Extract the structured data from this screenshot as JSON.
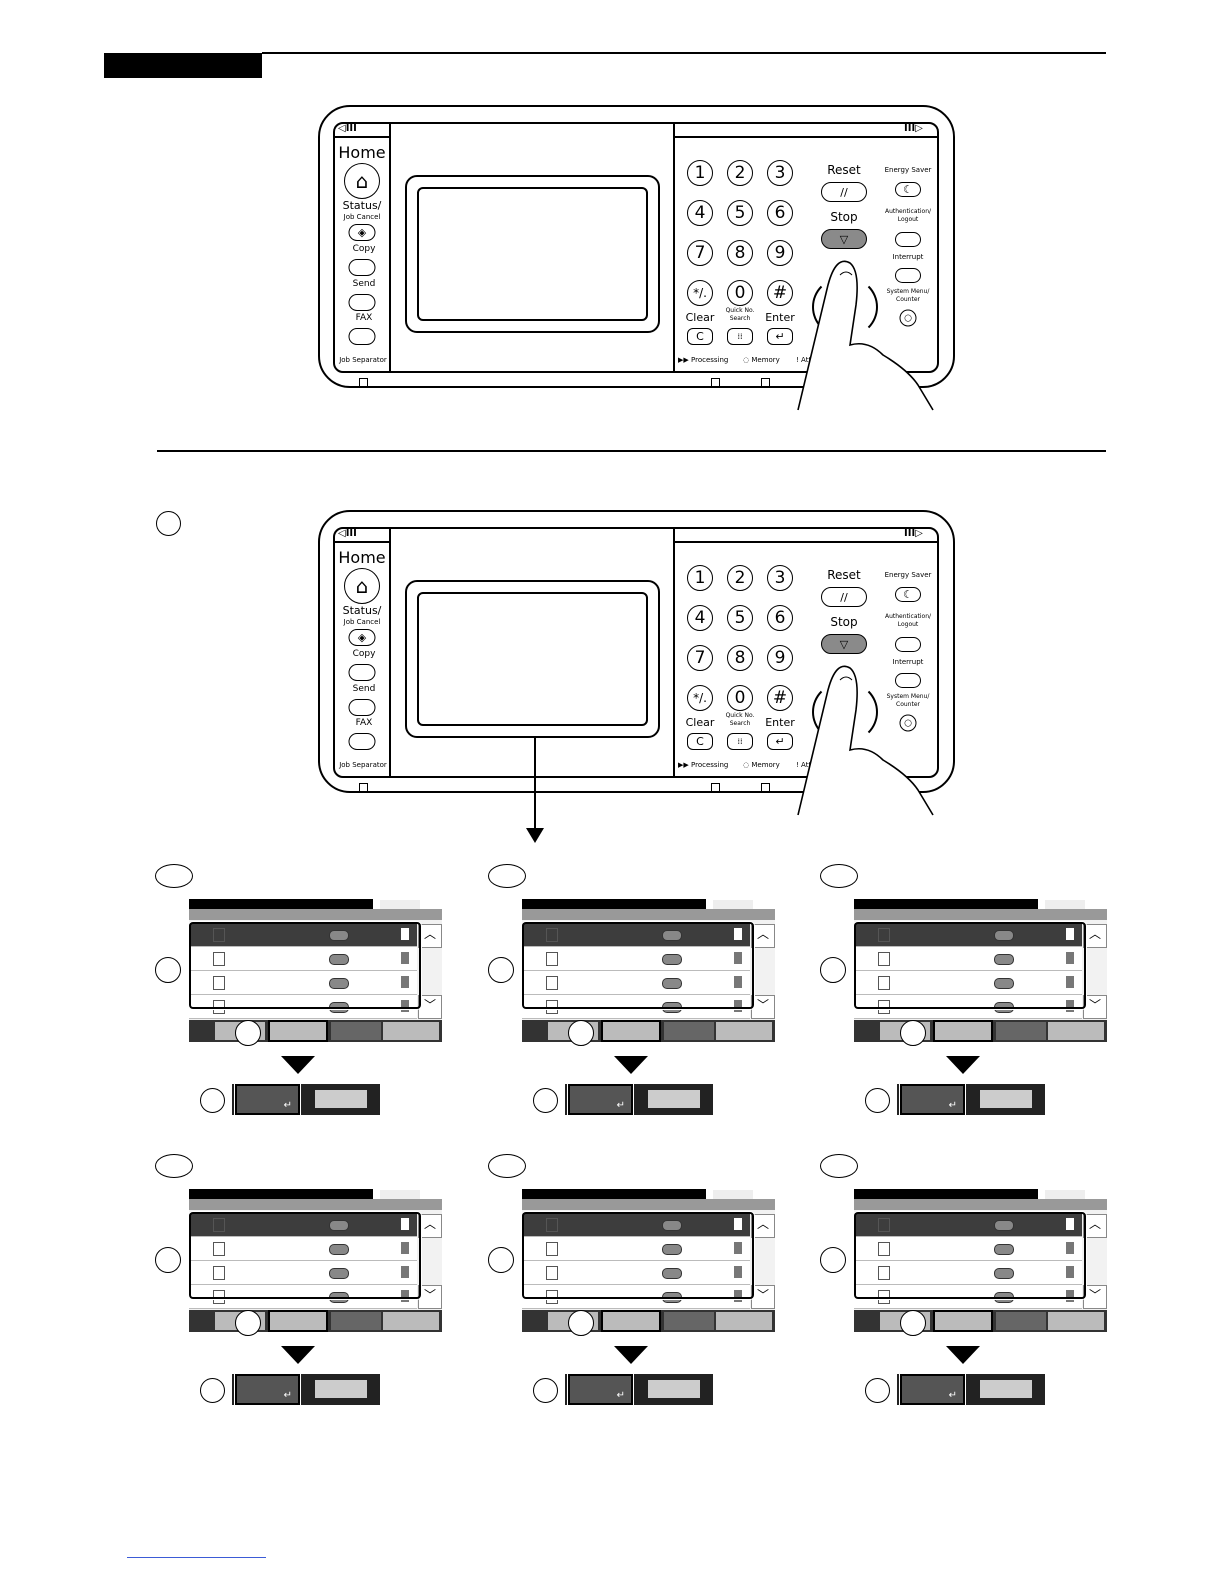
{
  "panel": {
    "home": "Home",
    "status": "Status/",
    "job_cancel": "Job Cancel",
    "copy": "Copy",
    "send": "Send",
    "fax": "FAX",
    "job_separator": "Job Separator",
    "keys": [
      "1",
      "2",
      "3",
      "4",
      "5",
      "6",
      "7",
      "8",
      "9",
      "*/.",
      "0",
      "#"
    ],
    "clear": "Clear",
    "quick_no": "Quick No.",
    "search": "Search",
    "enter": "Enter",
    "reset": "Reset",
    "stop": "Stop",
    "energy_saver": "Energy Saver",
    "authentication": "Authentication/",
    "logout": "Logout",
    "interrupt": "Interrupt",
    "system_menu": "System Menu/",
    "counter": "Counter",
    "processing": "Processing",
    "memory": "Memory",
    "attention": "Att"
  },
  "icons": {
    "home": "⌂",
    "status": "◈",
    "clear": "C",
    "quick_search": "⁞⁞",
    "enter": "↵",
    "reset": "//",
    "stop": "▽",
    "energy_saver": "☾",
    "system_menu": "○"
  },
  "colors": {
    "stop_button": "#8a8a8a",
    "list_header": "#3d3d3d",
    "link": "#3b5bd6"
  }
}
